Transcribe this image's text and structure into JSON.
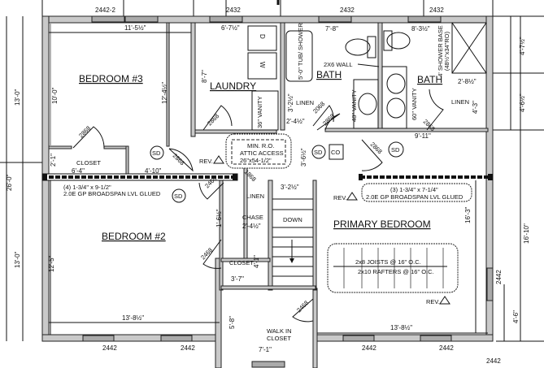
{
  "windows": {
    "top": [
      "2442-2",
      "2432",
      "2432",
      "2432"
    ],
    "bottom": [
      "2442",
      "2442",
      "2442",
      "2442",
      "2442"
    ],
    "right": "2442"
  },
  "rooms": {
    "bedroom3": "BEDROOM #3",
    "laundry": "LAUNDRY",
    "bath1": "BATH",
    "bath2": "BATH",
    "bedroom2": "BEDROOM #2",
    "primary": "PRIMARY BEDROOM",
    "closet3": "CLOSET",
    "closet2": "CLOSET",
    "linen1": "LINEN",
    "linen2": "LINEN",
    "linen3": "LINEN",
    "chase": "CHASE",
    "walkin1": "WALK IN",
    "walkin2": "CLOSET",
    "stairs": "DOWN"
  },
  "fixtures": {
    "dryer": "D",
    "washer": "W",
    "vanity36": "36\" VANITY",
    "tub": "5'-0\" TUB/ SHOWER",
    "vanity48": "48\" VANITY",
    "vanity60": "60\" VANITY",
    "shower": "4' SHOWER BASE (48½\"x34\"RO)",
    "wall_note": "2X6 WALL",
    "sd": "SD",
    "co": "CO"
  },
  "doors": {
    "d1": "2868",
    "d2": "2868",
    "d3": "2868",
    "d4": "2068",
    "d5": "2868",
    "d6": "2868",
    "d7": "2468",
    "d8": "2868",
    "d9": "1868",
    "d10": "2468",
    "d11": "2468"
  },
  "dimensions": {
    "bed3_width": "11'-5½\"",
    "laundry_width": "6'-7½\"",
    "bath1_width": "7'-8\"",
    "bath2_width": "8'-3½\"",
    "left_13a": "13'-0\"",
    "left_13b": "13'-0\"",
    "left_26": "26'-0\"",
    "bed3_10": "10'-0\"",
    "bed3_12": "12'-4½\"",
    "laundry_87": "8'-7\"",
    "closet_64": "6'-4\"",
    "closet_21": "2'-1\"",
    "hall_410": "4'-10\"",
    "linen_322": "3'-2½\"",
    "linen_242": "2'-4½\"",
    "linen_2_8": "2'-8½\"",
    "linen_43": "4'-3\"",
    "bath_911": "9'-11\"",
    "hall_36": "3'-6½\"",
    "stairs_32": "3'-2½\"",
    "chase_16": "1'-6½\"",
    "chase_24": "2'-4½\"",
    "closet2_41": "4'-1\"",
    "closet2_37": "3'-7\"",
    "bed2_125": "12'-5\"",
    "bed2_138": "13'-8½\"",
    "walkin_58": "5'-8\"",
    "walkin_71": "7'-1\"",
    "prim_138": "13'-8½\"",
    "prim_163": "16'-3\"",
    "right_47": "4'-7½\"",
    "right_46": "4'-6½\"",
    "right_1610": "16'-10\"",
    "right_46b": "4'-6\""
  },
  "notes": {
    "attic1": "MIN. R.O.",
    "attic2": "ATTIC ACCESS",
    "attic3": "26\"x54-1/2\"",
    "beam_left1": "(4) 1-3/4\" x 9-1/2\"",
    "beam_left2": "2.0E GP BROADSPAN LVL GLUED",
    "beam_right1": "(3) 1-3/4\" x 7-1/4\"",
    "beam_right2": "2.0E GP BROADSPAN LVL GLUED",
    "joists": "2x8 JOISTS @ 16\" O.C.",
    "rafters": "2x10 RAFTERS @ 16\" O.C.",
    "rev": "REV."
  }
}
